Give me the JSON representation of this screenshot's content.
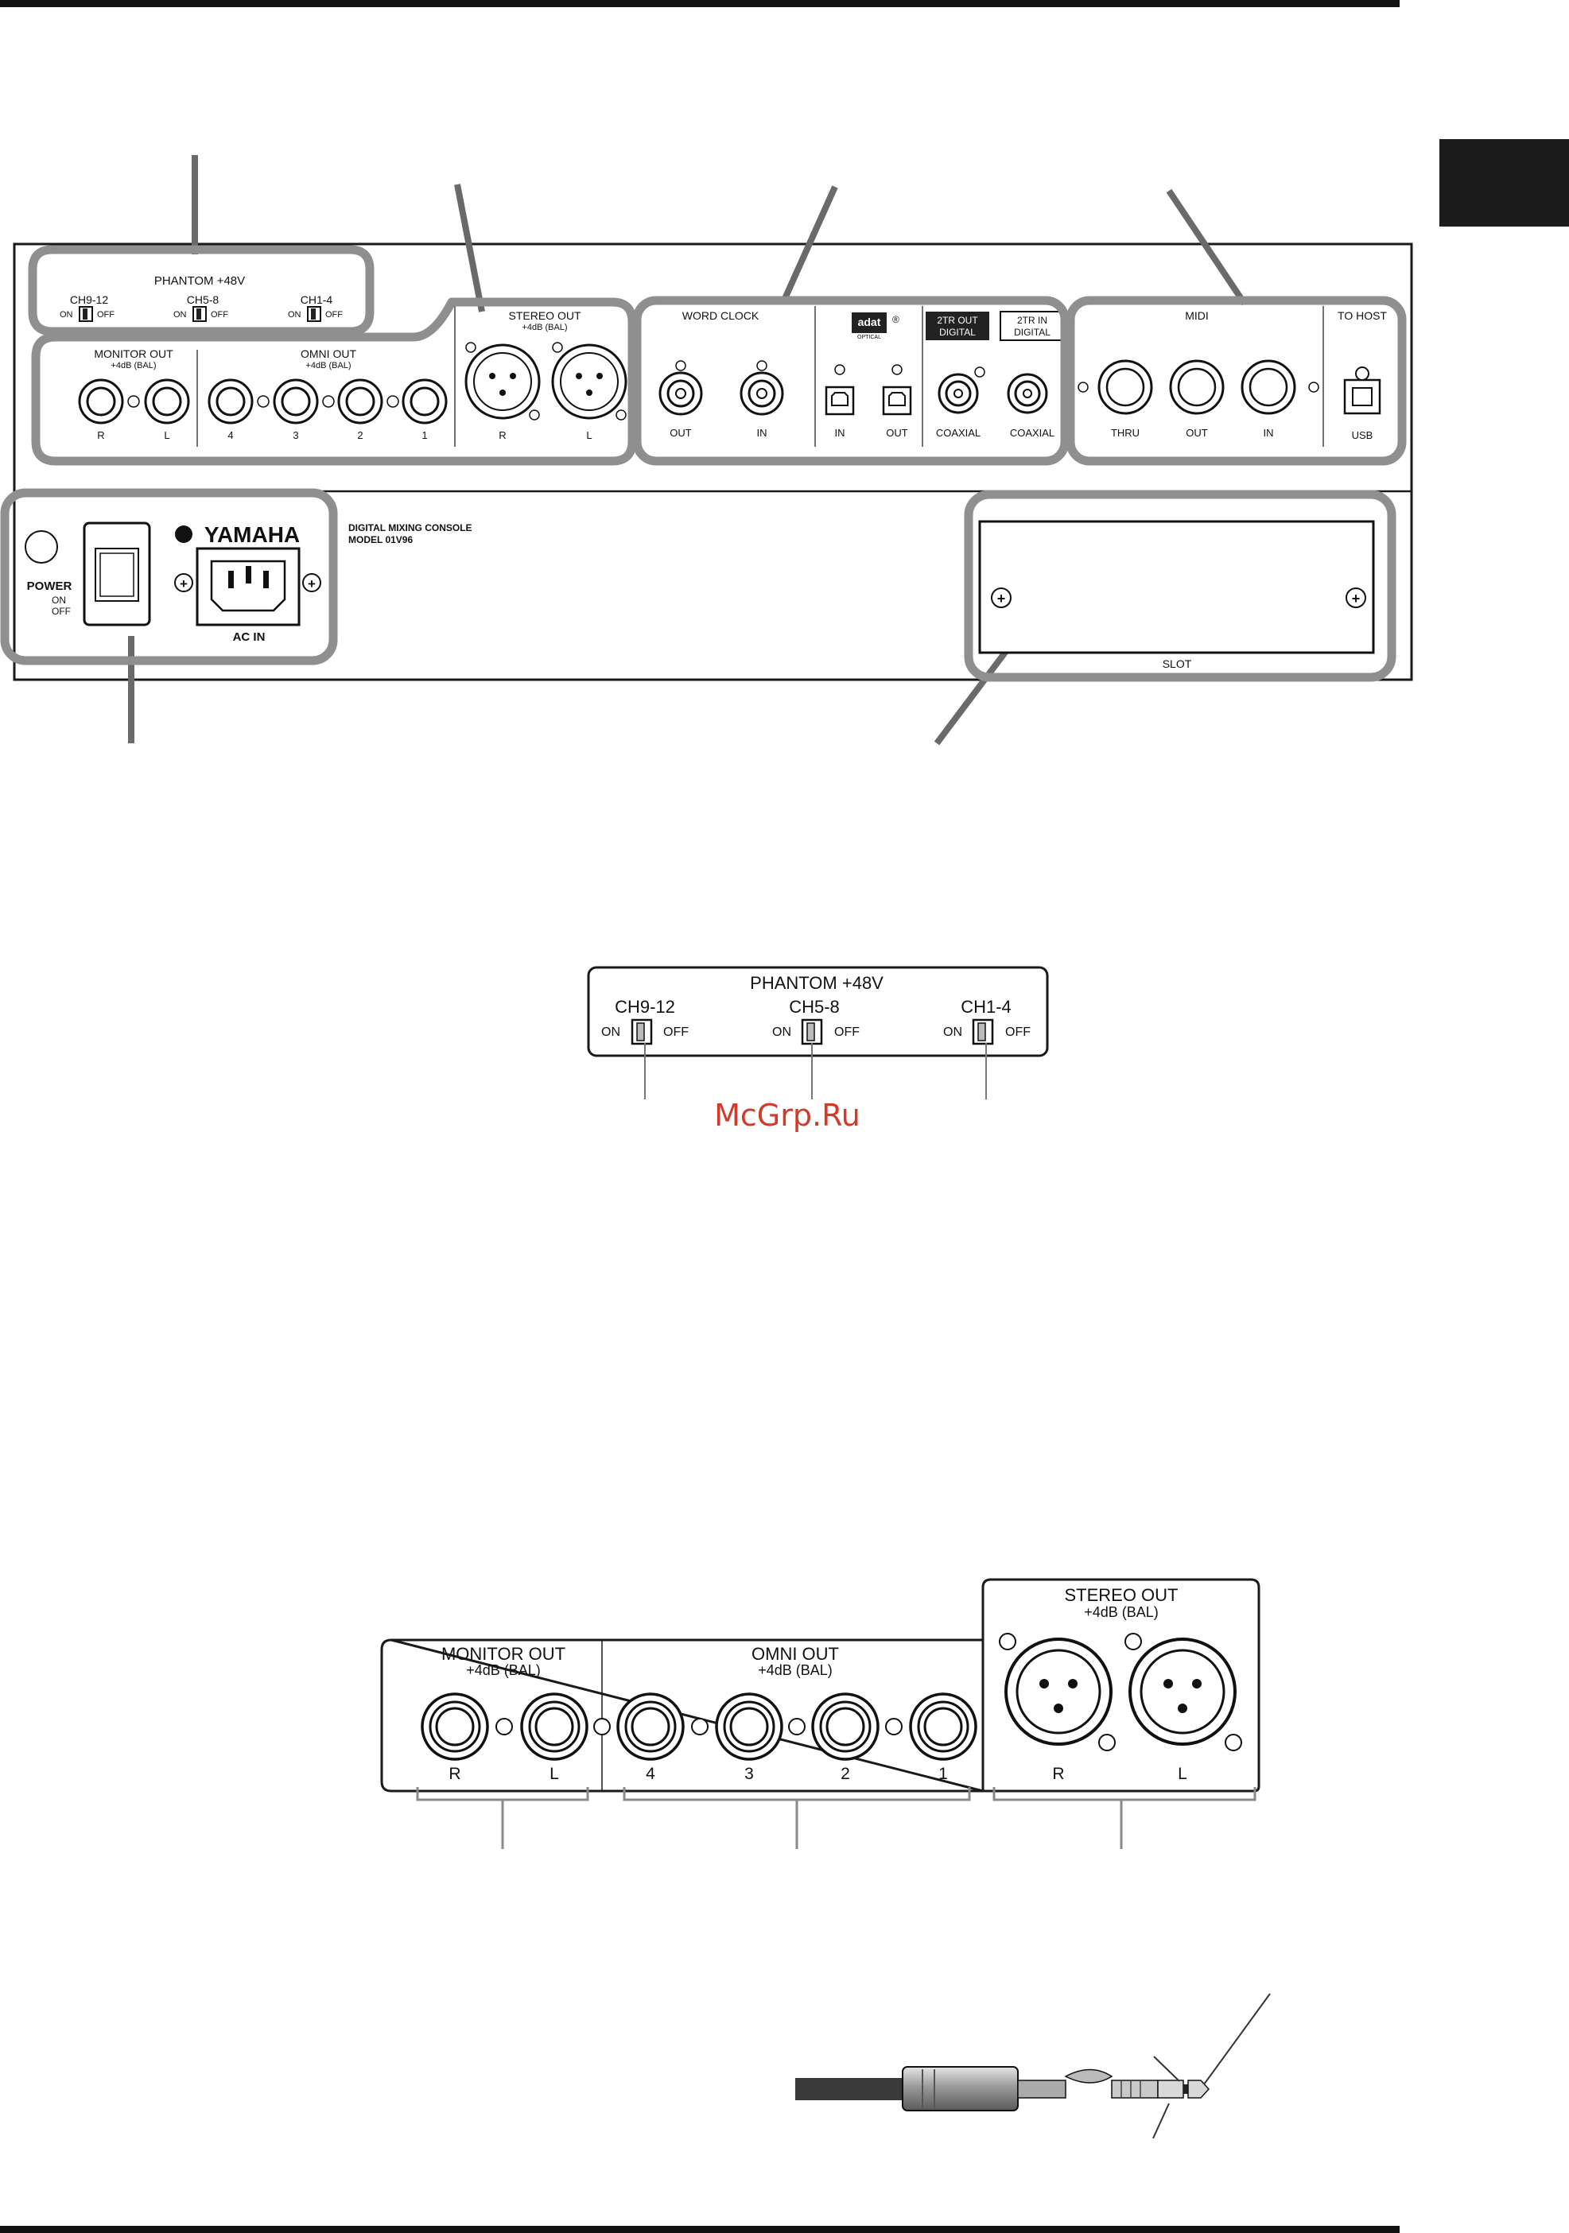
{
  "colors": {
    "highlight": "#8f8f8f",
    "ink": "#1a1a1a",
    "watermark": "#d23a2a",
    "tab": "#1c1c1c"
  },
  "rear_panel": {
    "phantom": {
      "title": "PHANTOM +48V",
      "ch9_12": "CH9-12",
      "ch5_8": "CH5-8",
      "ch1_4": "CH1-4",
      "on": "ON",
      "off": "OFF"
    },
    "monitor_out": {
      "title": "MONITOR OUT",
      "level": "+4dB (BAL)",
      "r": "R",
      "l": "L"
    },
    "omni_out": {
      "title": "OMNI  OUT",
      "level": "+4dB (BAL)",
      "ch4": "4",
      "ch3": "3",
      "ch2": "2",
      "ch1": "1"
    },
    "stereo_out": {
      "title": "STEREO  OUT",
      "level": "+4dB (BAL)",
      "r": "R",
      "l": "L"
    },
    "word_clock": {
      "title": "WORD  CLOCK",
      "out": "OUT",
      "in": "IN"
    },
    "adat": {
      "logo": "adat",
      "optical": "OPTICAL",
      "reg": "®",
      "in": "IN",
      "out": "OUT"
    },
    "two_tr_out": {
      "line1": "2TR OUT",
      "line2": "DIGITAL",
      "coaxial": "COAXIAL"
    },
    "two_tr_in": {
      "line1": "2TR  IN",
      "line2": "DIGITAL",
      "coaxial": "COAXIAL"
    },
    "midi": {
      "title": "MIDI",
      "thru": "THRU",
      "out": "OUT",
      "in": "IN"
    },
    "to_host": {
      "title": "TO  HOST",
      "usb": "USB"
    },
    "power": {
      "title": "POWER",
      "on": "ON",
      "off": "OFF"
    },
    "brand": "YAMAHA",
    "ac_in": "AC IN",
    "model_line1": "DIGITAL MIXING CONSOLE",
    "model_line2": "MODEL 01V96",
    "slot": "SLOT"
  },
  "phantom_detail": {
    "title": "PHANTOM +48V",
    "ch9_12": "CH9-12",
    "ch5_8": "CH5-8",
    "ch1_4": "CH1-4",
    "on": "ON",
    "off": "OFF"
  },
  "watermark": "McGrp.Ru",
  "outputs_detail": {
    "monitor_title": "MONITOR OUT",
    "monitor_level": "+4dB (BAL)",
    "r": "R",
    "l": "L",
    "omni_title": "OMNI OUT",
    "omni_level": "+4dB (BAL)",
    "n4": "4",
    "n3": "3",
    "n2": "2",
    "n1": "1",
    "stereo_title": "STEREO OUT",
    "stereo_level": "+4dB (BAL)",
    "stereo_r": "R",
    "stereo_l": "L"
  }
}
